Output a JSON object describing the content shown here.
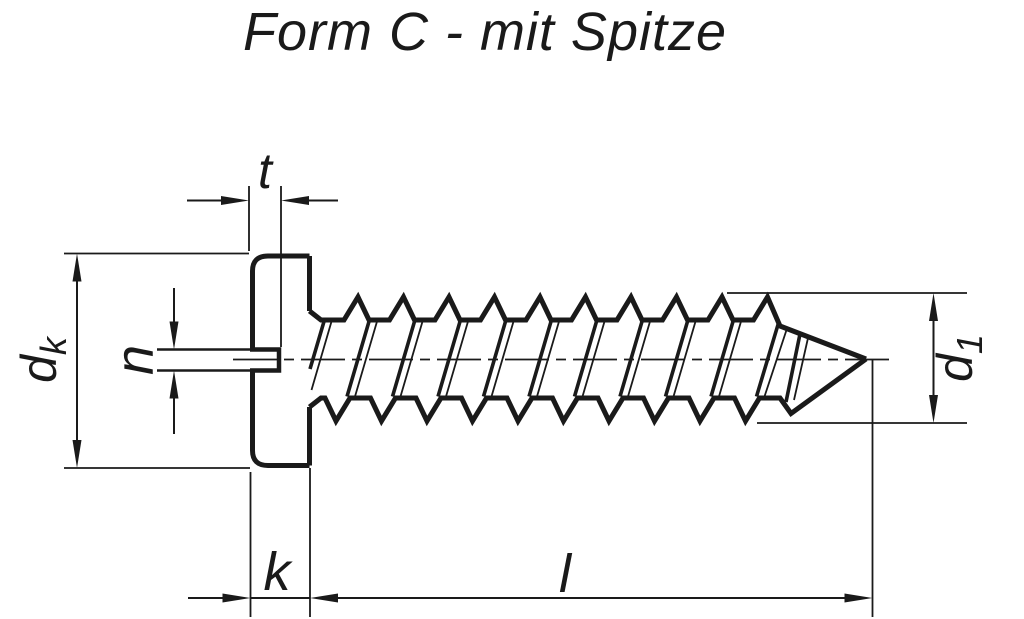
{
  "title": "Form C - mit Spitze",
  "dimensions": {
    "slot_depth": {
      "label": "t"
    },
    "head_diameter": {
      "base": "d",
      "sub": "k"
    },
    "slot_width": {
      "label": "n"
    },
    "head_height": {
      "label": "k"
    },
    "length": {
      "label": "l"
    },
    "thread_diameter": {
      "base": "d",
      "sub": "1"
    }
  },
  "colors": {
    "ink": "#1a1a1a",
    "background": "#ffffff"
  }
}
